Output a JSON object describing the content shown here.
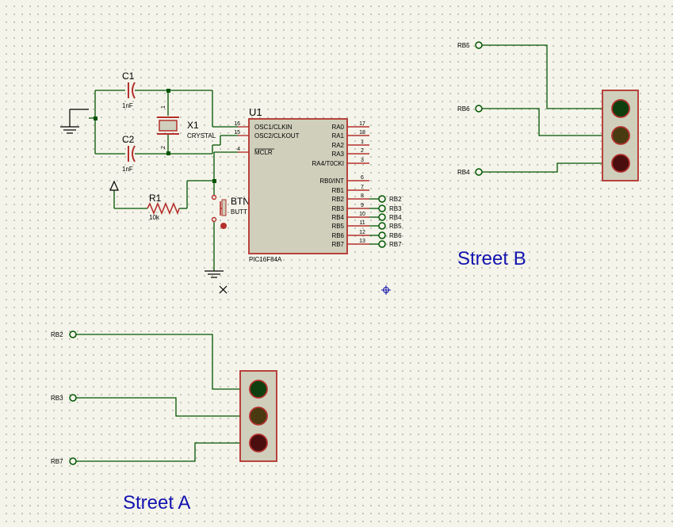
{
  "colors": {
    "wire": "#005500",
    "body": "#b4302c",
    "chip_fill": "#cfcfbc",
    "title": "#1313b0",
    "pin_text": "#000000",
    "led_green": "#0f3f0f",
    "led_yellow": "#4a3a12",
    "led_red": "#4a0e0e"
  },
  "components": {
    "c1": {
      "ref": "C1",
      "value": "1nF"
    },
    "c2": {
      "ref": "C2",
      "value": "1nF"
    },
    "x1": {
      "ref": "X1",
      "value": "CRYSTAL",
      "pin1": "1",
      "pin2": "2"
    },
    "r1": {
      "ref": "R1",
      "value": "10k"
    },
    "btn": {
      "ref": "BTN",
      "value": "BUTT"
    },
    "u1": {
      "ref": "U1",
      "part": "PIC16F84A",
      "left_pins": [
        {
          "num": "16",
          "name": "OSC1/CLKIN"
        },
        {
          "num": "15",
          "name": "OSC2/CLKOUT"
        },
        {
          "num": "4",
          "name": "MCLR"
        }
      ],
      "right_pins": [
        {
          "num": "17",
          "name": "RA0"
        },
        {
          "num": "18",
          "name": "RA1"
        },
        {
          "num": "1",
          "name": "RA2"
        },
        {
          "num": "2",
          "name": "RA3"
        },
        {
          "num": "3",
          "name": "RA4/T0CKI"
        },
        {
          "num": "6",
          "name": "RB0/INT"
        },
        {
          "num": "7",
          "name": "RB1"
        },
        {
          "num": "8",
          "name": "RB2"
        },
        {
          "num": "9",
          "name": "RB3"
        },
        {
          "num": "10",
          "name": "RB4"
        },
        {
          "num": "11",
          "name": "RB5"
        },
        {
          "num": "12",
          "name": "RB6"
        },
        {
          "num": "13",
          "name": "RB7"
        }
      ]
    }
  },
  "u1_terminals": [
    "RB2",
    "RB3",
    "RB4",
    "RB5",
    "RB6",
    "RB7"
  ],
  "street_a": {
    "label": "Street A",
    "terminals": [
      "RB2",
      "RB3",
      "RB7"
    ]
  },
  "street_b": {
    "label": "Street B",
    "terminals": [
      "RB5",
      "RB6",
      "RB4"
    ]
  }
}
